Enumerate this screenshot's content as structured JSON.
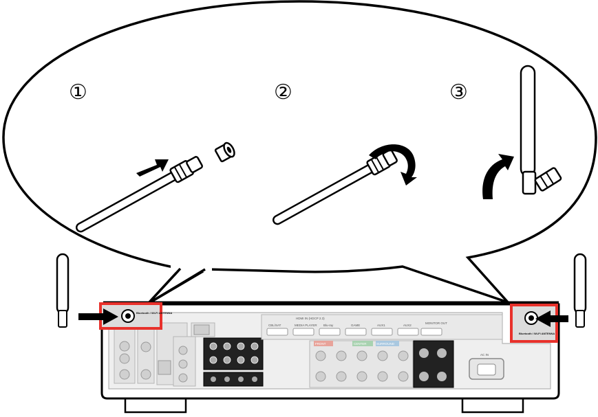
{
  "steps": [
    {
      "number": "①"
    },
    {
      "number": "②"
    },
    {
      "number": "③"
    }
  ],
  "colors": {
    "highlight": "#e8312b",
    "outline": "#000000",
    "device_gray": "#d9d9d9"
  },
  "rear_panel": {
    "left_port_label": "Bluetooth / Wi-Fi ANTENNA",
    "right_port_label": "Bluetooth / Wi-Fi ANTENNA",
    "ac_in_label": "AC IN",
    "hdmi_label": "HDMI IN (HDCP 2.3)",
    "inputs": [
      "CBL/SAT",
      "MEDIA PLAYER",
      "Blu-ray",
      "GAME",
      "AUX1",
      "AUX2"
    ],
    "speaker_labels": [
      "FRONT",
      "CENTER",
      "SURROUND"
    ],
    "monitor_label": "MONITOR OUT"
  }
}
